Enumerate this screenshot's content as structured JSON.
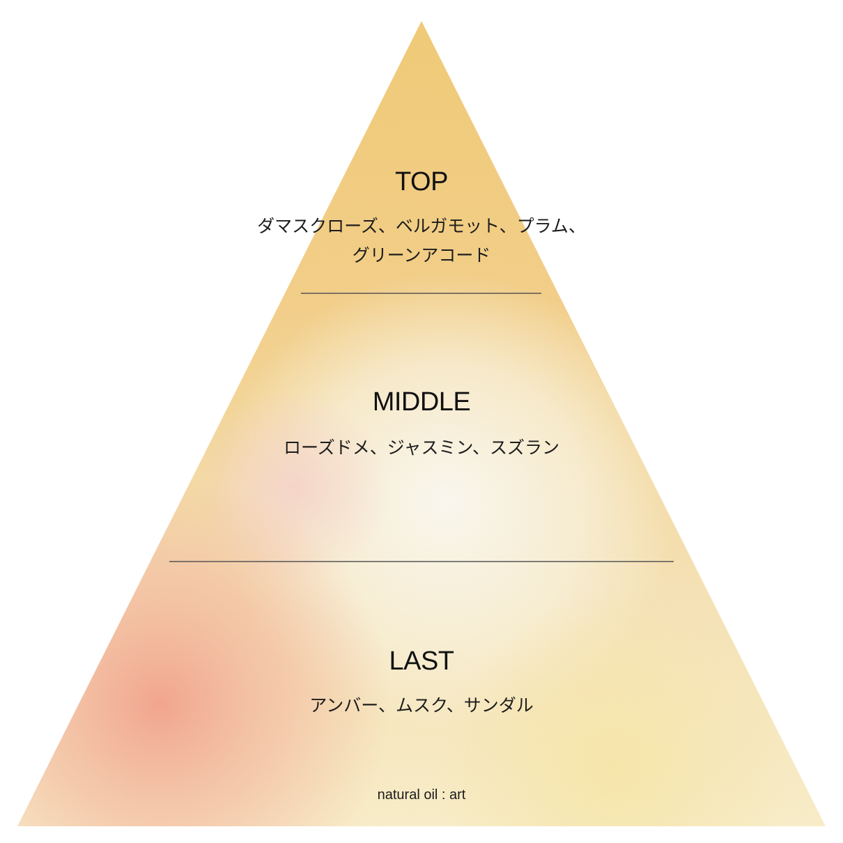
{
  "tiers": {
    "top": {
      "title": "TOP",
      "notes_line1": "ダマスクローズ、ベルガモット、プラム、",
      "notes_line2": "グリーンアコード"
    },
    "middle": {
      "title": "MIDDLE",
      "notes_line1": "ローズドメ、ジャスミン、スズラン"
    },
    "last": {
      "title": "LAST",
      "notes_line1": "アンバー、ムスク、サンダル"
    }
  },
  "brand": "natural oil : art",
  "colors": {
    "gold": "#f3cd79",
    "peach": "#f5a98c",
    "cream": "#fbf6dc",
    "divider": "#555555"
  }
}
